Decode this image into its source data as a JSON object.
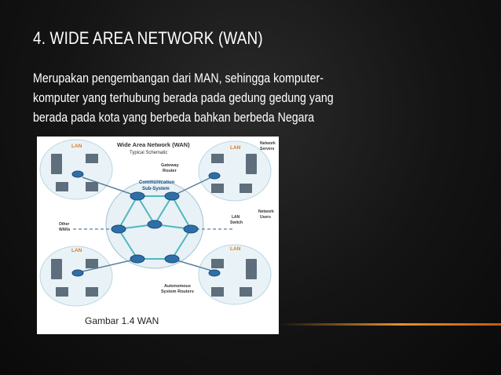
{
  "slide": {
    "title": "4. WIDE AREA NETWORK (WAN)",
    "body_lines": [
      "Merupakan pengembangan dari MAN, sehingga komputer-",
      "komputer  yang terhubung berada pada gedung gedung yang",
      "berada pada kota yang berbeda bahkan berbeda Negara"
    ]
  },
  "figure": {
    "title": "Wide Area Network (WAN)",
    "subtitle": "Typical Schematic",
    "labels": {
      "lan": "LAN",
      "gateway_router": [
        "Gateway",
        "Router"
      ],
      "network_servers": [
        "Network",
        "Servers"
      ],
      "comm_subsystem": [
        "Communication",
        "Sub-System"
      ],
      "network_users": [
        "Network",
        "Users"
      ],
      "lan_switch": [
        "LAN",
        "Switch"
      ],
      "other_wans": [
        "Other",
        "WANs"
      ],
      "autonomous": [
        "Autonomous",
        "System Routers"
      ]
    },
    "caption": "Gambar 1.4 WAN",
    "colors": {
      "lan_fill": "#e9f3f7",
      "lan_label": "#e07b1a",
      "cloud_fill": "#e8f1f6",
      "link": "#4fb8c0",
      "router": "#2f6fa8"
    }
  }
}
